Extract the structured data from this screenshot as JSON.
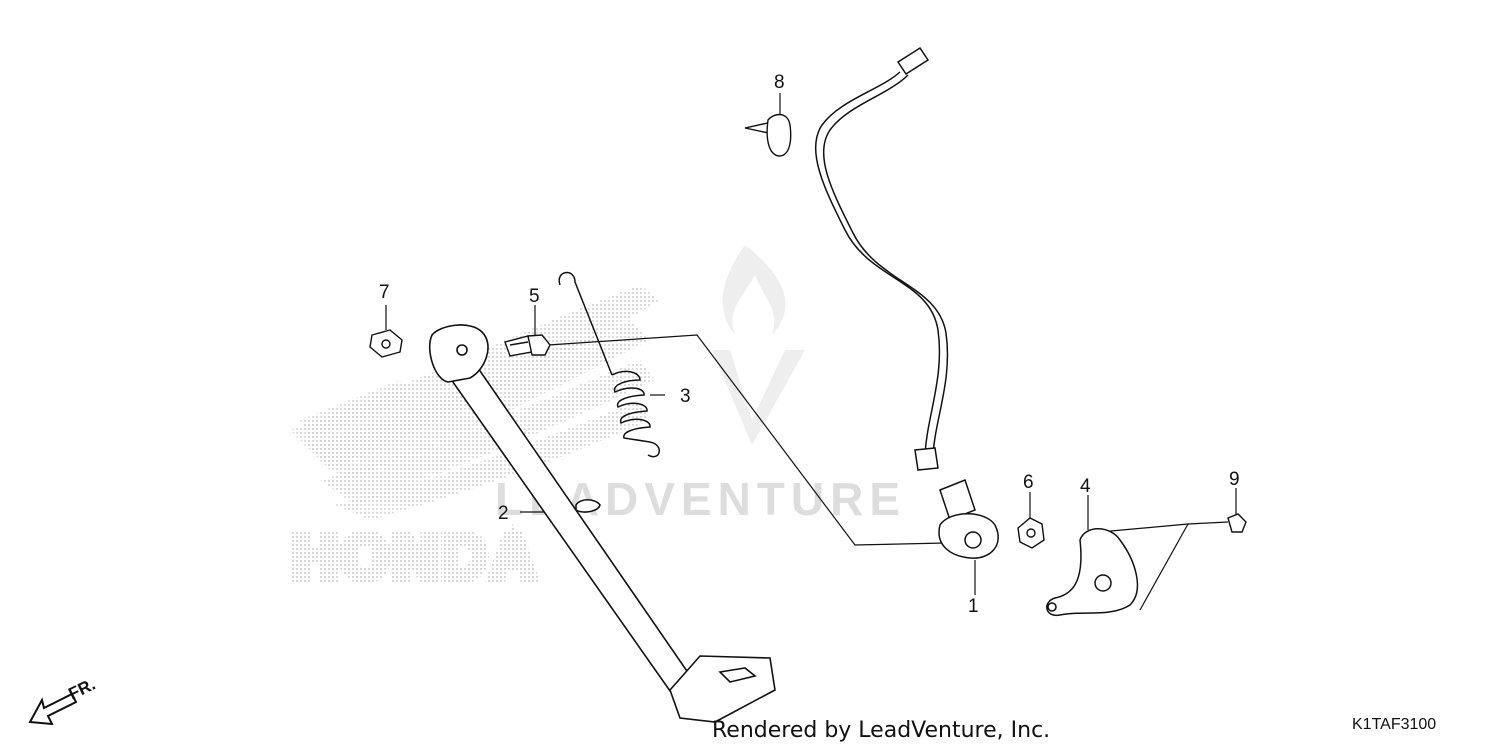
{
  "diagram": {
    "part_callouts": [
      "1",
      "2",
      "3",
      "4",
      "5",
      "6",
      "7",
      "8",
      "9"
    ],
    "front_indicator": "FR.",
    "footer_text": "Rendered by LeadVenture, Inc.",
    "diagram_code": "K1TAF3100",
    "watermark_text": "LEADVENTURE",
    "background_logo_text": "HONDA"
  }
}
